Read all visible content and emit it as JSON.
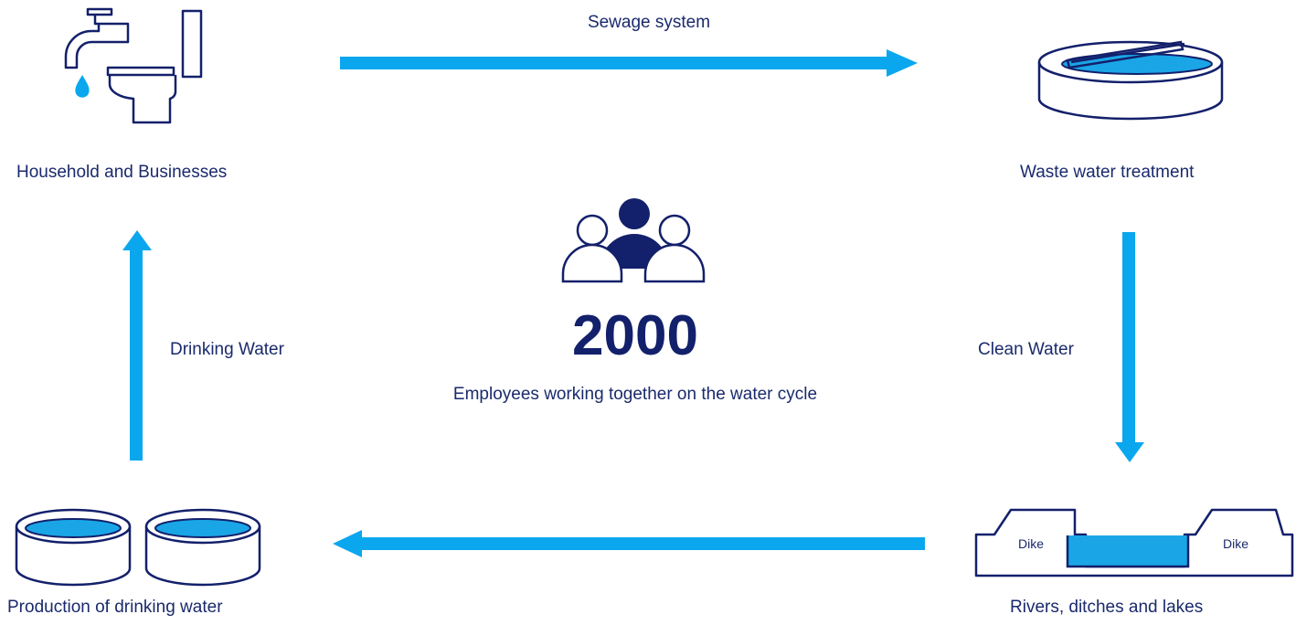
{
  "nodes": {
    "household": "Household and Businesses",
    "waste": "Waste water treatment",
    "rivers": "Rivers, ditches and lakes",
    "production": "Production of drinking water"
  },
  "edges": {
    "sewage": "Sewage system",
    "clean": "Clean Water",
    "drinking": "Drinking Water"
  },
  "center": {
    "count": "2000",
    "caption": "Employees working together on the water cycle"
  },
  "dike_label": "Dike",
  "colors": {
    "arrow": "#0aa7ee",
    "ink": "#13206b",
    "water": "#1aa6e6"
  },
  "icons": [
    "tap-toilet-icon",
    "treatment-basin-icon",
    "dike-river-icon",
    "reservoir-basins-icon",
    "people-group-icon"
  ]
}
